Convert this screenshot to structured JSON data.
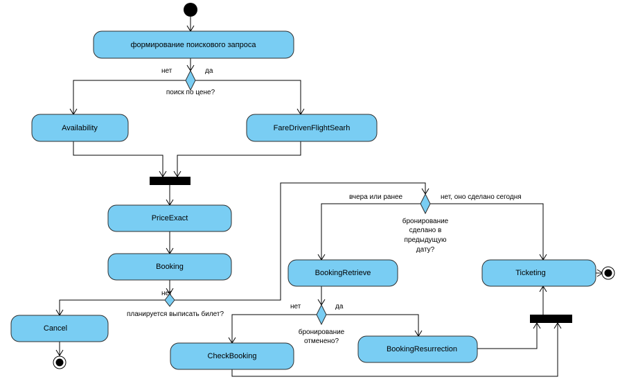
{
  "activities": {
    "formirovanie": "формирование поискового запроса",
    "availability": "Availability",
    "fare_driven": "FareDrivenFlightSearh",
    "price_exact": "PriceExact",
    "booking": "Booking",
    "cancel": "Cancel",
    "booking_retrieve": "BookingRetrieve",
    "ticketing": "Ticketing",
    "check_booking": "CheckBooking",
    "booking_resurrection": "BookingResurrection"
  },
  "decisions": {
    "price_search": {
      "condition": "поиск по цене?",
      "no": "нет",
      "yes": "да"
    },
    "plan_ticket": {
      "condition": "планируется выписать билет?",
      "no": "нет"
    },
    "booking_date": {
      "condition_lines": [
        "бронирование",
        "сделано в",
        "предыдущую",
        "дату?"
      ],
      "left": "вчера или ранее",
      "right": "нет, оно сделано сегодня"
    },
    "booking_cancelled": {
      "condition_lines": [
        "бронирование",
        "отменено?"
      ],
      "no": "нет",
      "yes": "да"
    }
  }
}
